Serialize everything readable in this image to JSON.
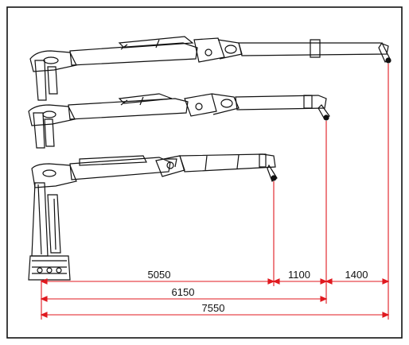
{
  "colors": {
    "line": "#111111",
    "dimension": "#e0191f",
    "background": "#ffffff"
  },
  "dimensions": {
    "row1": [
      "5050",
      "1100",
      "1400"
    ],
    "row2": "6150",
    "row3": "7550"
  }
}
